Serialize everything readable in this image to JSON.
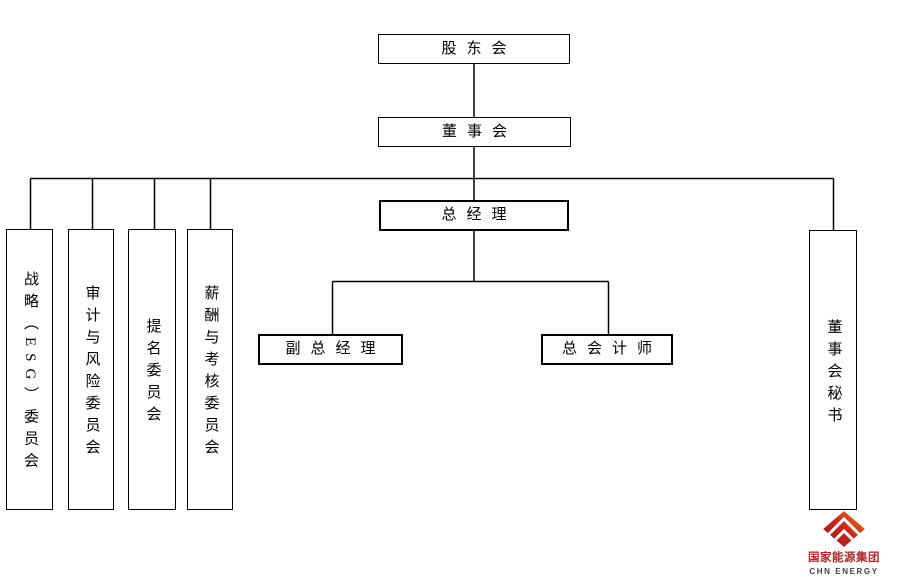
{
  "org_chart": {
    "nodes": {
      "shareholders_meeting": {
        "label": "股东会"
      },
      "board_of_directors": {
        "label": "董事会"
      },
      "general_manager": {
        "label": "总经理"
      },
      "deputy_general_manager": {
        "label": "副总经理"
      },
      "chief_accountant": {
        "label": "总会计师"
      },
      "strategy_esg_committee": {
        "label": "战略（ESG）委员会"
      },
      "audit_risk_committee": {
        "label": "审计与风险委员会"
      },
      "nomination_committee": {
        "label": "提名委员会"
      },
      "remuneration_assessment_committee": {
        "label": "薪酬与考核委员会"
      },
      "board_secretary": {
        "label": "董事会秘书"
      }
    },
    "line_color": "#000000",
    "box_background": "#ffffff",
    "box_border_color": "#000000"
  },
  "logo": {
    "name_cn": "国家能源集团",
    "name_en": "CHN ENERGY",
    "brand_dark_red": "#8e1f1c",
    "brand_red": "#c8251f",
    "brand_orange": "#f07f13",
    "text_red": "#b02a26",
    "text_dark": "#4a3f3a"
  }
}
